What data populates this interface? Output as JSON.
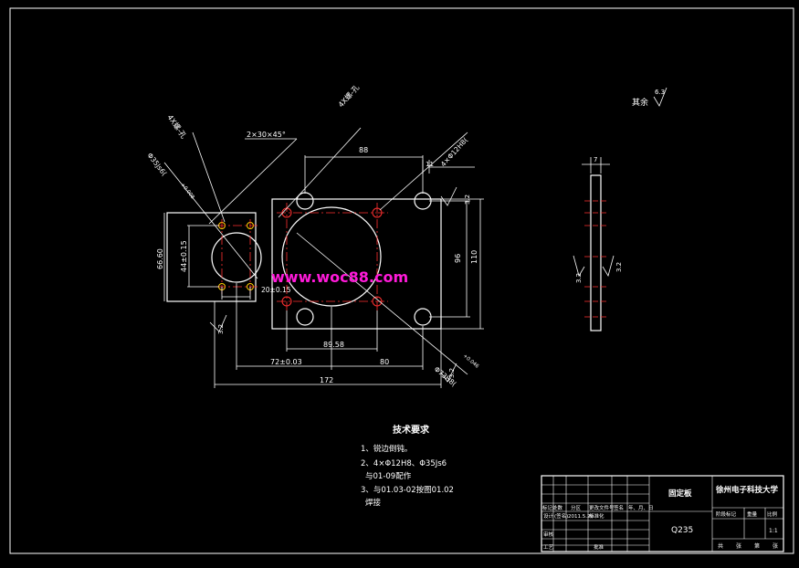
{
  "part_name": "固定板",
  "material": "Q235",
  "school": "徐州电子科技大学",
  "watermark": "www.woc88.com",
  "surface": {
    "label": "其余",
    "value": "6.3"
  },
  "tech_req": {
    "title": "技术要求",
    "lines": [
      "1、锐边倒钝。",
      "2、4×Φ12H8、Φ35Js6",
      "与01-09配作",
      "3、与01.03-02按图01.02",
      "焊接"
    ]
  },
  "dims": {
    "chamfer": "2×30×45°",
    "hole_callout_a": "4X螺-孔",
    "hole_callout_b": "4X螺-孔",
    "dia_left": "Φ35Js6(",
    "tol_left": "+0.008",
    "dia_right": "Φ73H8(",
    "tol_right": "+0.046",
    "top_callout": "4×Φ12H8(",
    "width_88": "88",
    "width_89": "89.58",
    "offset_72": "72±0.03",
    "span_80": "80",
    "overall_172": "172",
    "height_96": "96",
    "height_110": "110",
    "height_6660": "66.60",
    "height_44": "44±0.15",
    "dim_20": "20±0.15",
    "thick_7": "7",
    "n11": "11",
    "rough_32": "3.2"
  },
  "title_block": {
    "row1": [
      "标记处数",
      "分区",
      "更改文件号",
      "签名",
      "年、月、日"
    ],
    "row2": [
      "设计",
      "(签名)",
      "2011.5.20",
      "标准化"
    ],
    "row3": [
      "审核"
    ],
    "row4": [
      "工艺",
      "批准"
    ],
    "stage": "阶段标记",
    "weight": "重量",
    "ratio": "比例",
    "ratio_value": "1:1",
    "sheets": [
      "共",
      "张",
      "第",
      "张"
    ]
  }
}
